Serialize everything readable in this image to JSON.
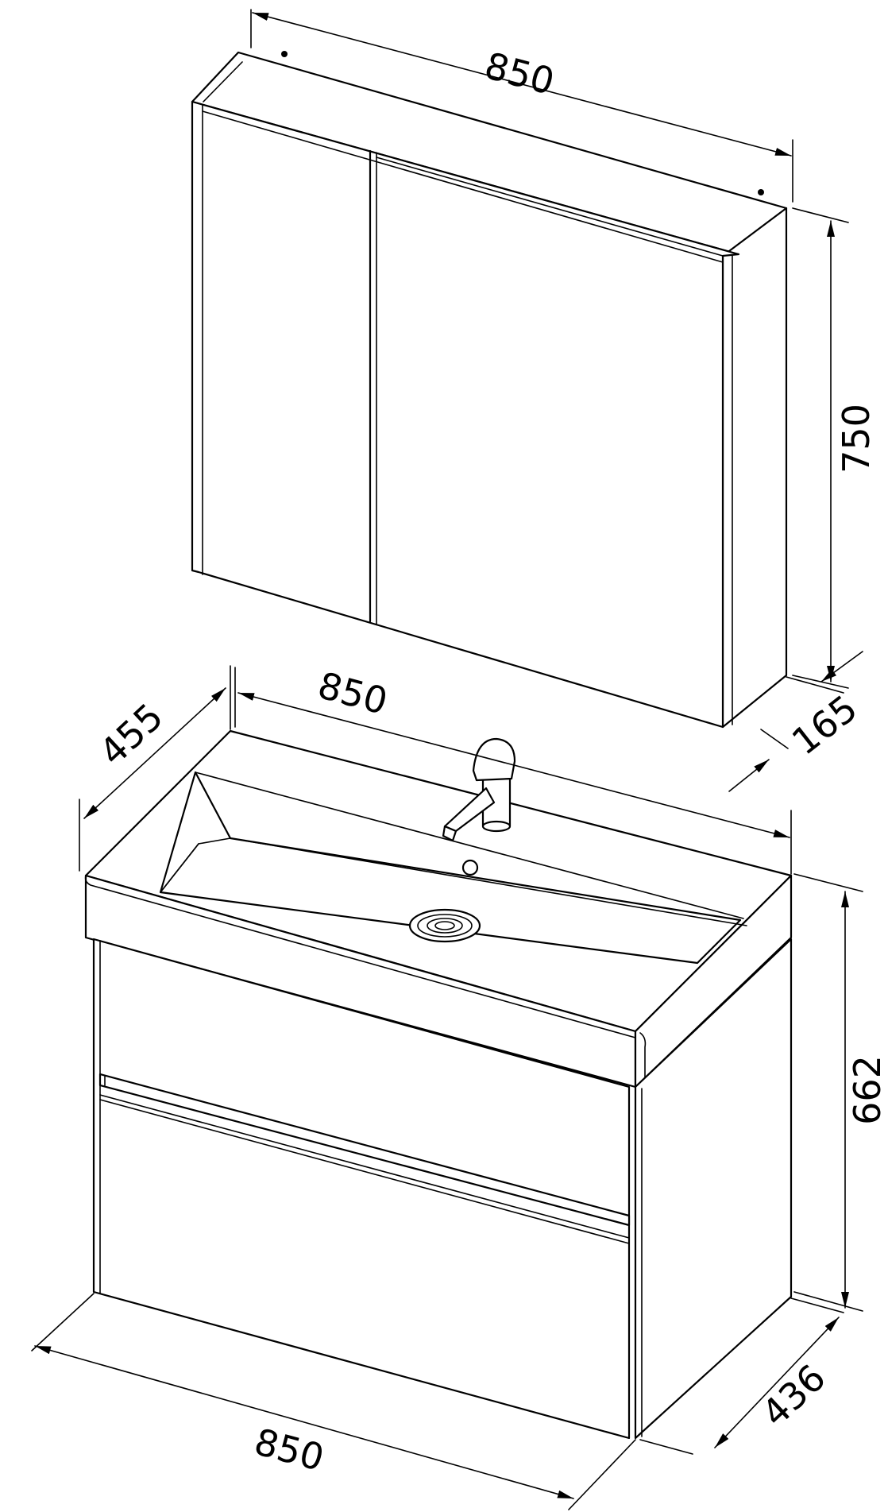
{
  "diagram": {
    "line_color": "#000000",
    "background": "#ffffff",
    "mirror_cabinet": {
      "width_label": "850",
      "height_label": "750",
      "depth_label": "165"
    },
    "vanity_unit": {
      "top_width_label": "850",
      "depth_label": "455",
      "height_label": "662",
      "bottom_width_label": "850",
      "bottom_depth_label": "436"
    }
  }
}
